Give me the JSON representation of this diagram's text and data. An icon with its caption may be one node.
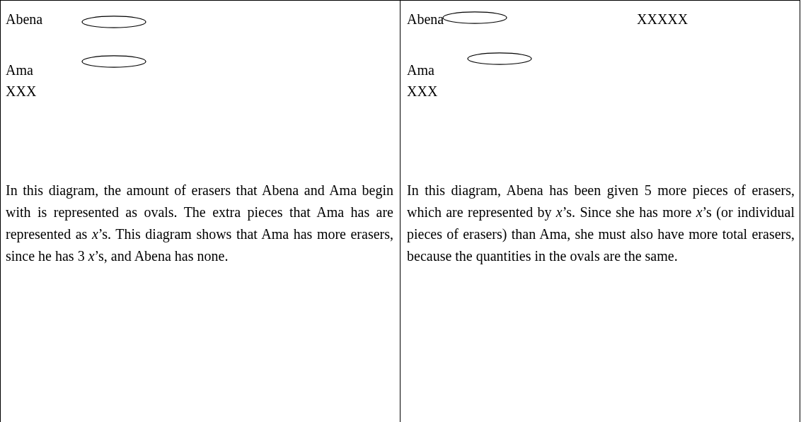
{
  "diagram": {
    "nodes": [
      {
        "text": [],
        "shape": "oval"
      },
      {
        "text": [],
        "shape": "oval"
      },
      {
        "text": [],
        "shape": "oval"
      },
      {
        "text": [],
        "shape": "oval"
      }
    ],
    "labels": [
      "Abena",
      "Abena",
      "XXXXX",
      "Ama",
      "Ama",
      "XXX",
      "XXX",
      "In this diagram, the amount of erasers that Abena and Ama begin with is represented as ovals. The extra pieces that Ama has are represented as *x*’s. This diagram shows that Ama has more erasers, since he has 3 *x*’s, and Abena has none.",
      "In this diagram, Abena has been given 5 more pieces of erasers, which are represented by *x*’s. Since she has more *x*’s (or individual pieces of erasers) than Ama, she must also have more total erasers, because the quantities in the ovals are the same."
    ]
  }
}
